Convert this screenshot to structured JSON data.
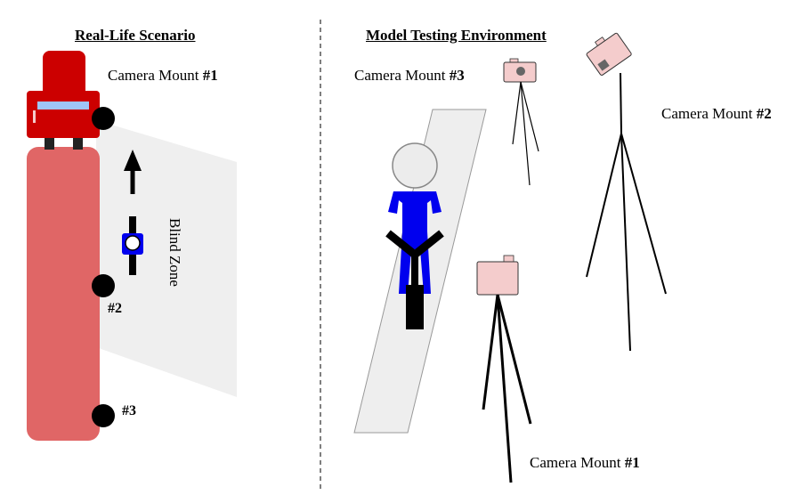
{
  "left_panel": {
    "title": "Real-Life Scenario",
    "mount1_prefix": "Camera Mount ",
    "mount1_num": "#1",
    "mount2_marker": "#2",
    "mount3_marker": "#3",
    "zone_label": "Blind Zone"
  },
  "right_panel": {
    "title": "Model Testing Environment",
    "mount1_prefix": "Camera Mount ",
    "mount1_num": "#1",
    "mount2_prefix": "Camera Mount ",
    "mount2_num": "#2",
    "mount3_prefix": "Camera Mount ",
    "mount3_num": "#3"
  },
  "colors": {
    "truck_cab": "#cc0000",
    "trailer": "#e06666",
    "blind_zone": "#efefef",
    "cyclist": "#0000ee",
    "camera_body": "#f4cccc",
    "mat": "#eeeeee",
    "divider": "#555555"
  }
}
